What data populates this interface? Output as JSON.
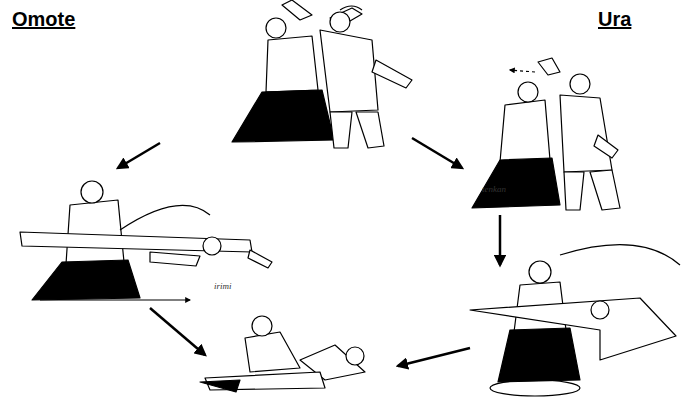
{
  "diagram": {
    "labels": [
      "Omote",
      "Ura",
      "tenkan",
      "irimi"
    ]
  }
}
